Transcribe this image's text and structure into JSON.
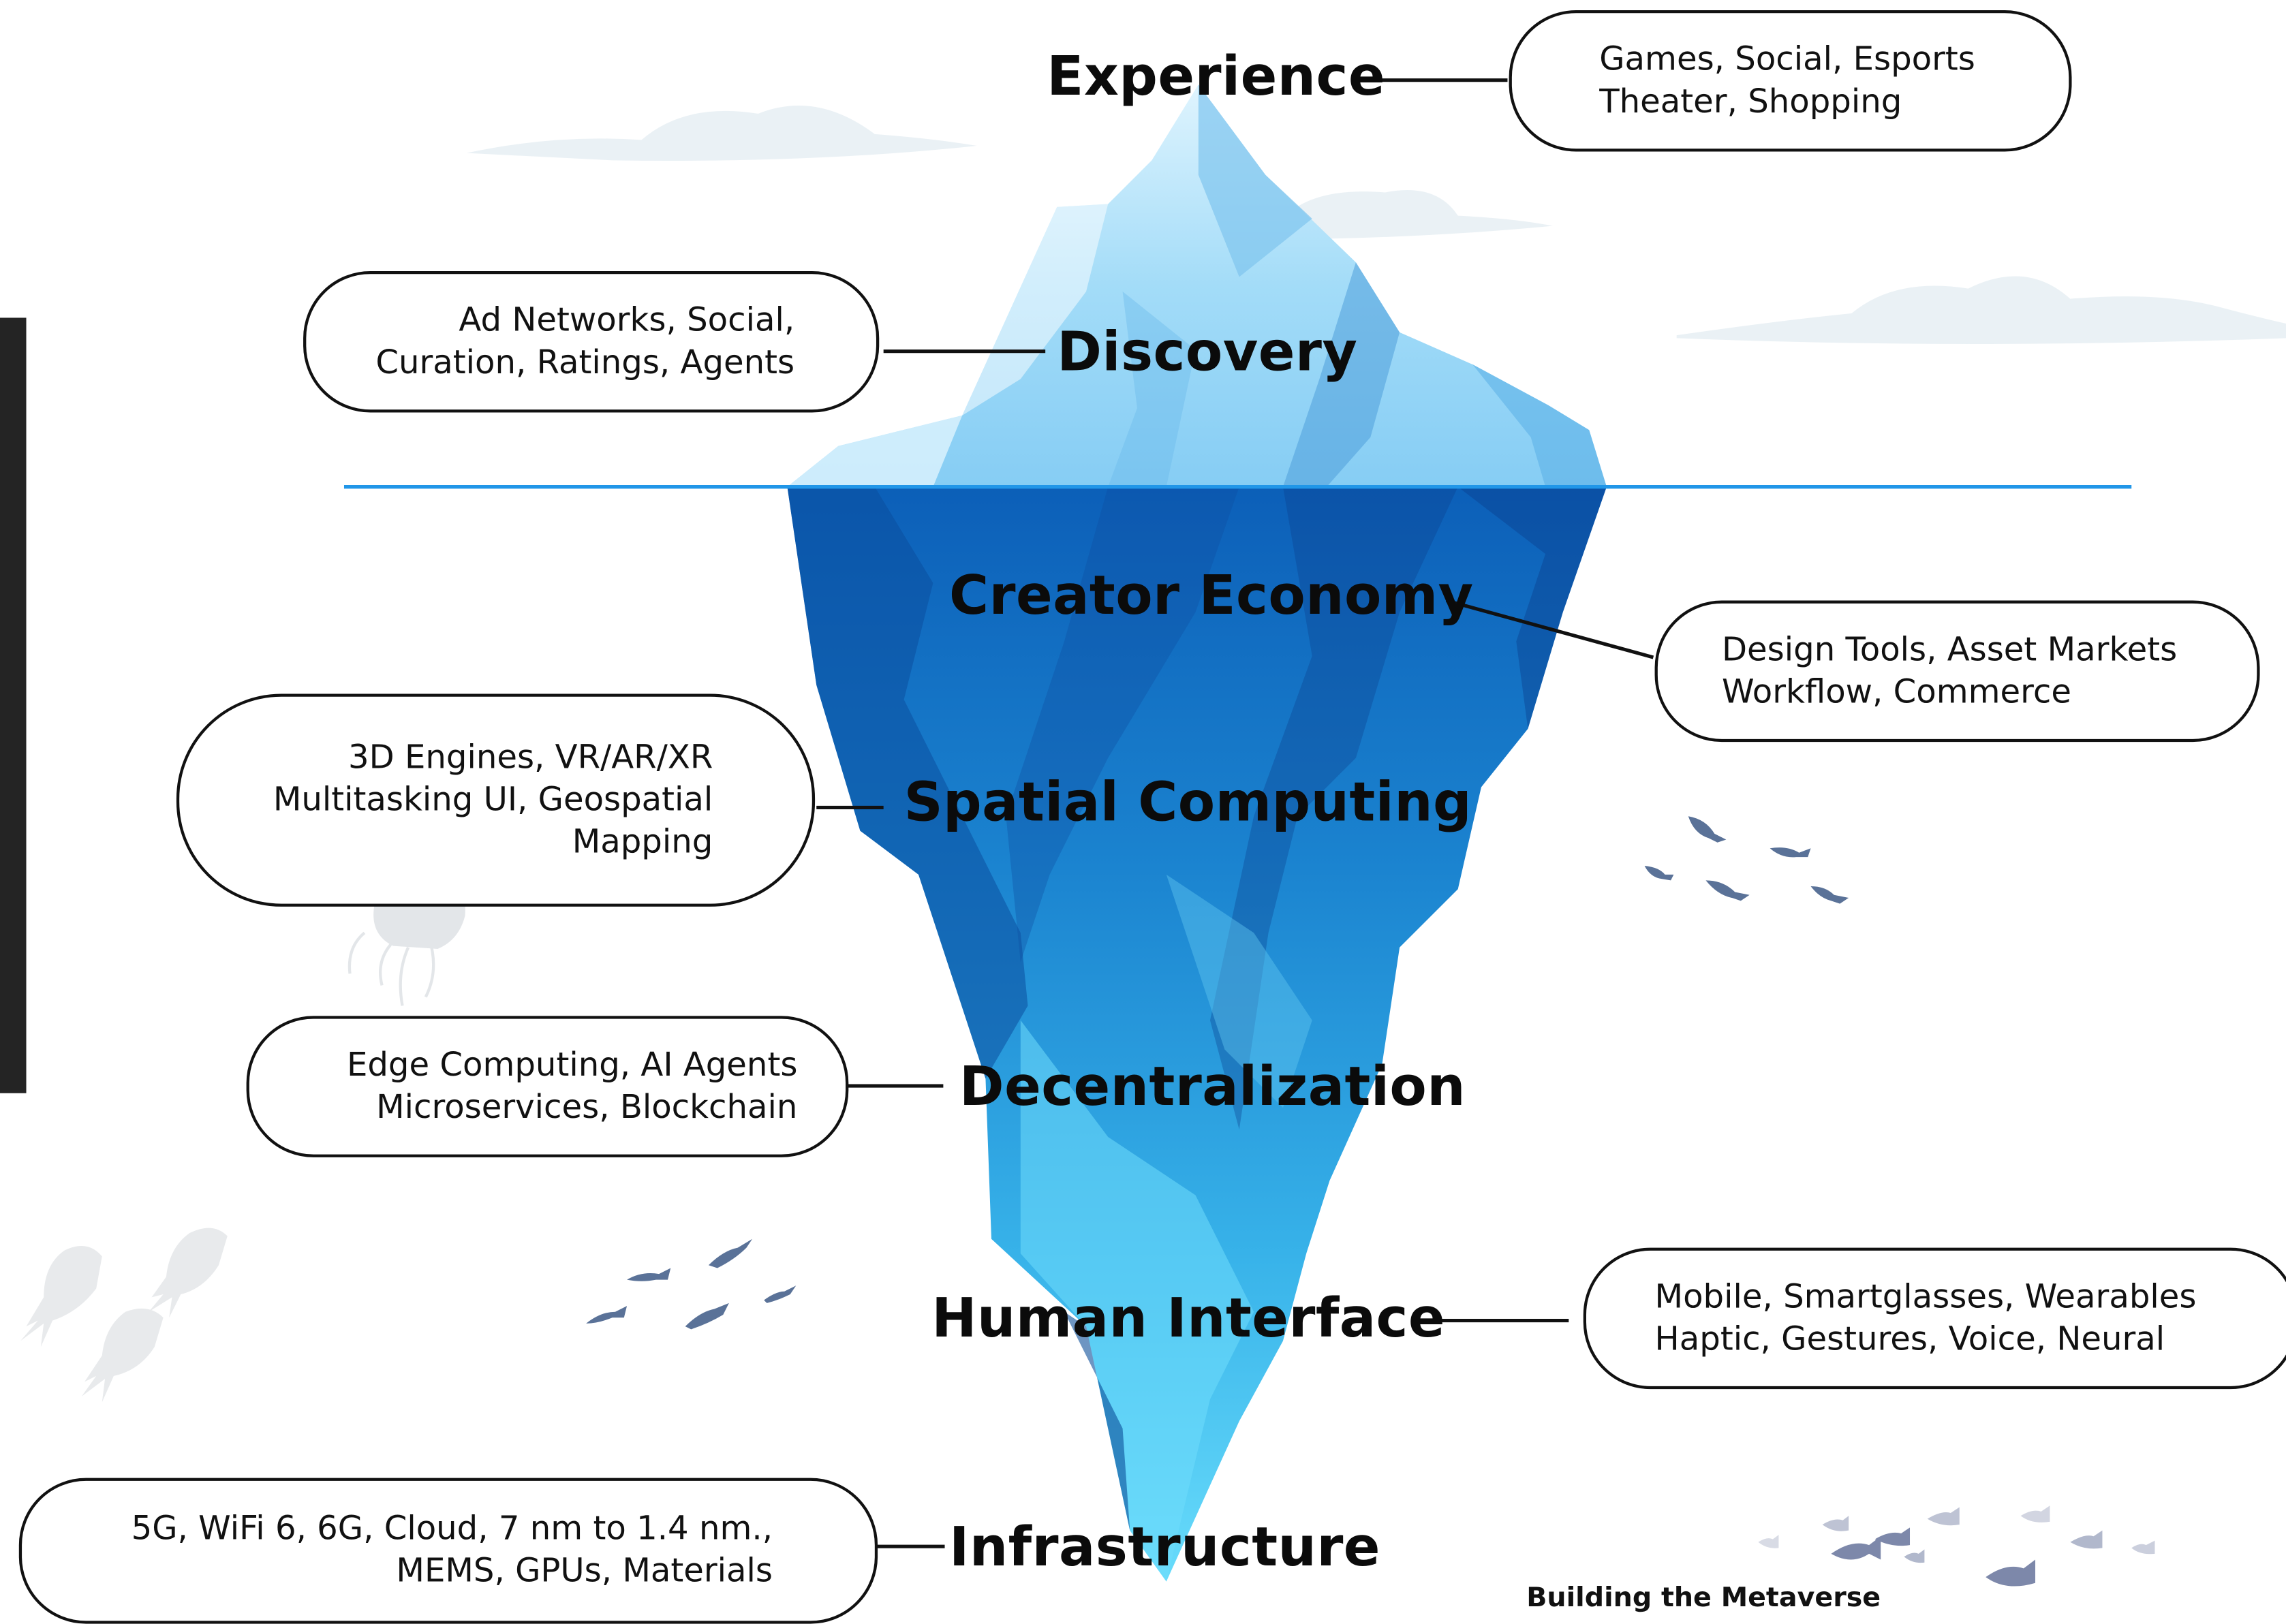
{
  "layers": [
    {
      "id": "experience",
      "title": "Experience",
      "details": [
        "Games, Social, Esports",
        "Theater, Shopping"
      ]
    },
    {
      "id": "discovery",
      "title": "Discovery",
      "details": [
        "Ad Networks, Social,",
        "Curation, Ratings, Agents"
      ]
    },
    {
      "id": "creator",
      "title": "Creator Economy",
      "details": [
        "Design Tools, Asset Markets",
        "Workflow, Commerce"
      ]
    },
    {
      "id": "spatial",
      "title": "Spatial Computing",
      "details": [
        "3D Engines, VR/AR/XR",
        "Multitasking UI, Geospatial",
        "Mapping"
      ]
    },
    {
      "id": "decentral",
      "title": "Decentralization",
      "details": [
        "Edge Computing, AI Agents",
        "Microservices, Blockchain"
      ]
    },
    {
      "id": "human",
      "title": "Human Interface",
      "details": [
        "Mobile, Smartglasses, Wearables",
        "Haptic, Gestures, Voice, Neural"
      ]
    },
    {
      "id": "infra",
      "title": "Infrastructure",
      "details": [
        "5G, WiFi 6, 6G, Cloud,  7 nm to 1.4 nm.,",
        "MEMS, GPUs, Materials"
      ]
    }
  ],
  "credit": "Building the Metaverse",
  "colors": {
    "water_line": "#2196e8",
    "ice_top_light": "#cfeefc",
    "ice_top_mid": "#7cc7f2",
    "ice_under_dark": "#0a5fb4",
    "ice_under_tip": "#5fd9fb",
    "fish": "#5a7298",
    "cloud": "#e6eef3",
    "outline": "#111111"
  }
}
